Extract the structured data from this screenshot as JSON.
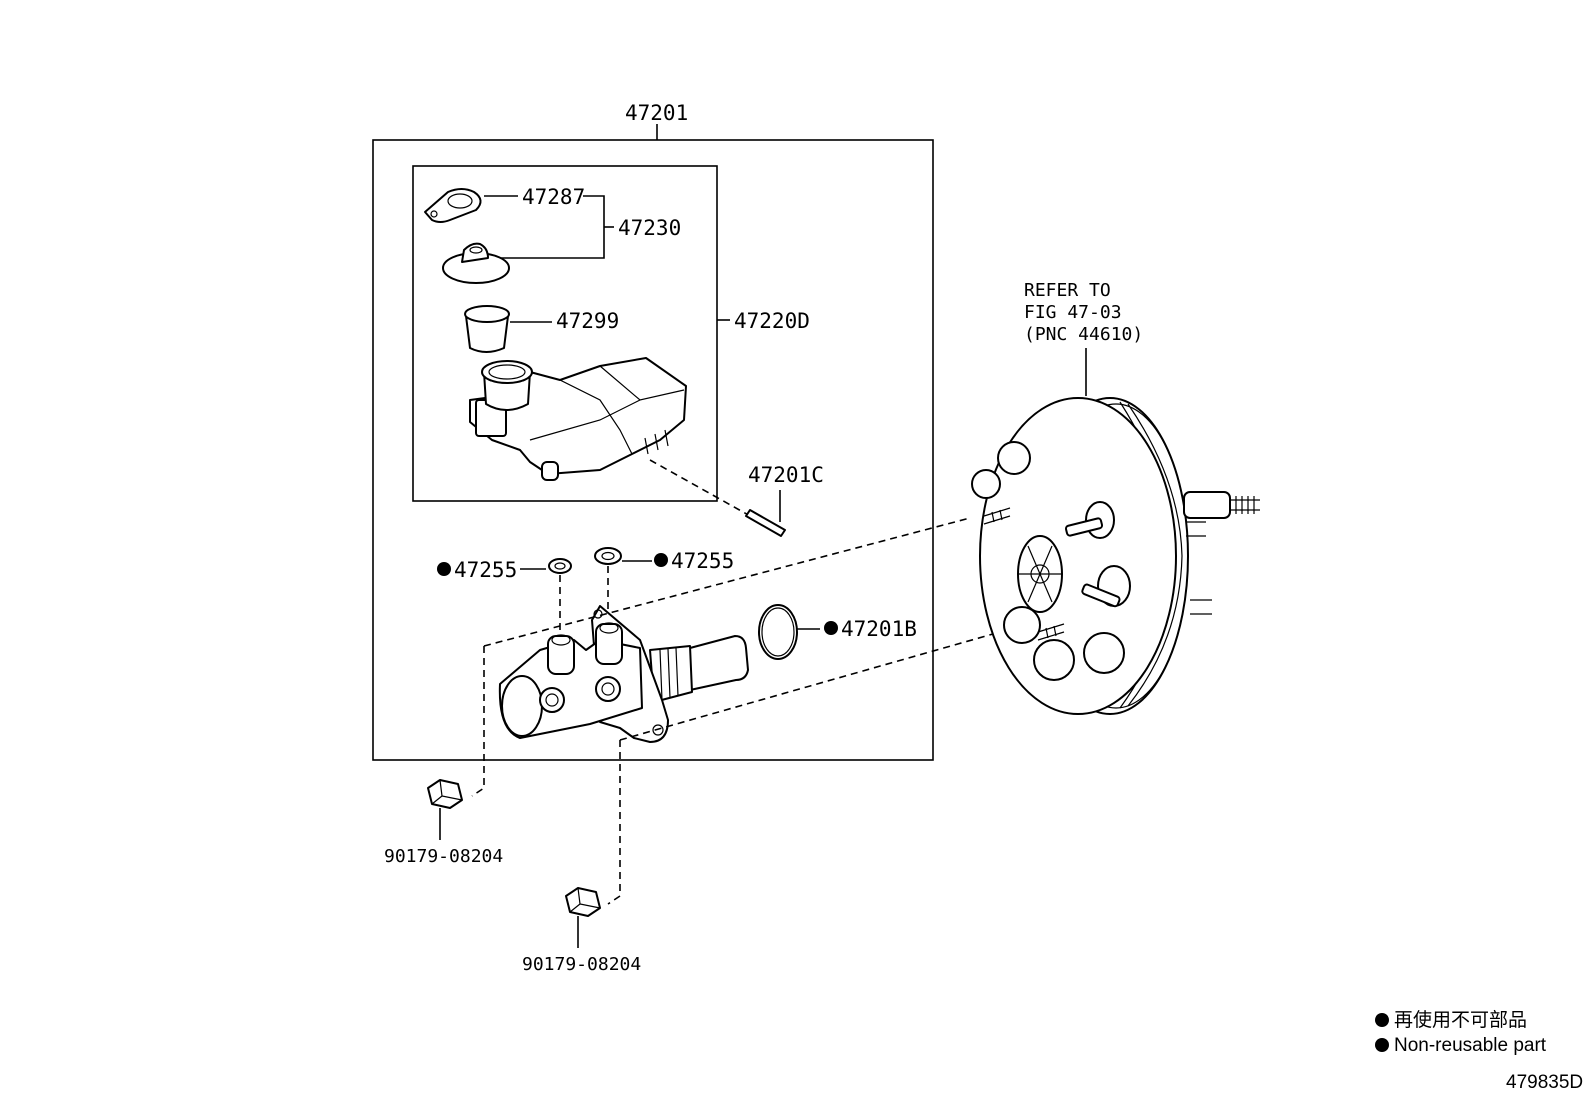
{
  "labels": {
    "assembly": "47201",
    "gasket": "47287",
    "cap_assy": "47230",
    "strainer": "47299",
    "reservoir_assy": "47220D",
    "pin": "47201C",
    "grommet_left": "47255",
    "grommet_right": "47255",
    "oring": "47201B",
    "nut_upper": "90179-08204",
    "nut_lower": "90179-08204",
    "booster_ref_line1": "REFER TO",
    "booster_ref_line2": "FIG 47-03",
    "booster_ref_line3": "(PNC 44610)"
  },
  "legend": {
    "japanese": "再使用不可部品",
    "english": "Non-reusable part"
  },
  "figure_id": "479835D"
}
